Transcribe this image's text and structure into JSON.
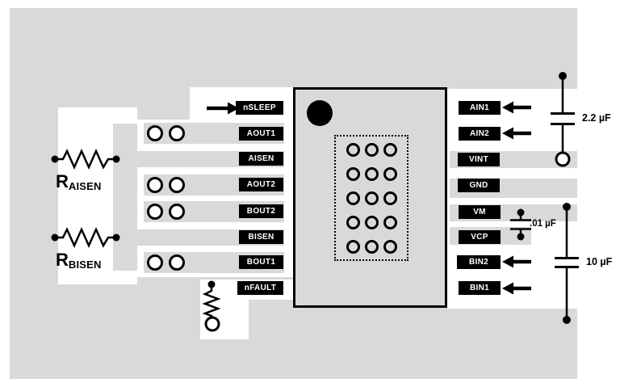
{
  "diagram_type": "pcb-layout-example",
  "pins": {
    "left": [
      {
        "label": "nSLEEP"
      },
      {
        "label": "AOUT1"
      },
      {
        "label": "AISEN"
      },
      {
        "label": "AOUT2"
      },
      {
        "label": "BOUT2"
      },
      {
        "label": "BISEN"
      },
      {
        "label": "BOUT1"
      },
      {
        "label": "nFAULT"
      }
    ],
    "right": [
      {
        "label": "AIN1"
      },
      {
        "label": "AIN2"
      },
      {
        "label": "VINT"
      },
      {
        "label": "GND"
      },
      {
        "label": "VM"
      },
      {
        "label": "VCP"
      },
      {
        "label": "BIN2"
      },
      {
        "label": "BIN1"
      }
    ]
  },
  "resistors": {
    "aisen": {
      "symbol": "R",
      "sub": "AISEN"
    },
    "bisen": {
      "symbol": "R",
      "sub": "BISEN"
    }
  },
  "capacitors": {
    "c_vint": {
      "value": "2.2 µF"
    },
    "c_vcp": {
      "value": ".01 µF"
    },
    "c_bulk": {
      "value": "10 µF"
    }
  },
  "colors": {
    "copper_pour": "#d9d9d9",
    "pin_box": "#000000",
    "pin_text": "#ffffff",
    "line": "#000000"
  }
}
